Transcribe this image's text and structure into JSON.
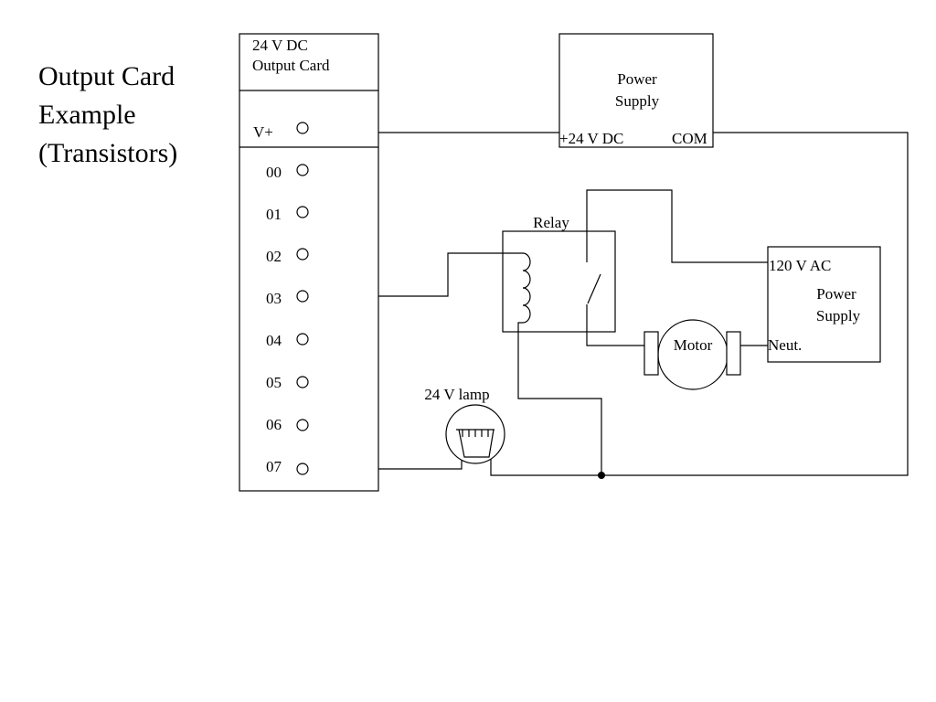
{
  "title_lines": [
    "Output Card",
    "Example",
    "(Transistors)"
  ],
  "output_card": {
    "header_line1": "24 V DC",
    "header_line2": "Output Card",
    "vplus_label": "V+",
    "terminals": [
      "00",
      "01",
      "02",
      "03",
      "04",
      "05",
      "06",
      "07"
    ]
  },
  "dc_supply": {
    "line1": "Power",
    "line2": "Supply",
    "positive": "+24 V DC",
    "common": "COM"
  },
  "relay": {
    "label": "Relay"
  },
  "motor": {
    "label": "Motor"
  },
  "ac_supply": {
    "hot": "120 V AC",
    "line1": "Power",
    "line2": "Supply",
    "neutral": "Neut."
  },
  "lamp": {
    "label": "24 V lamp"
  }
}
